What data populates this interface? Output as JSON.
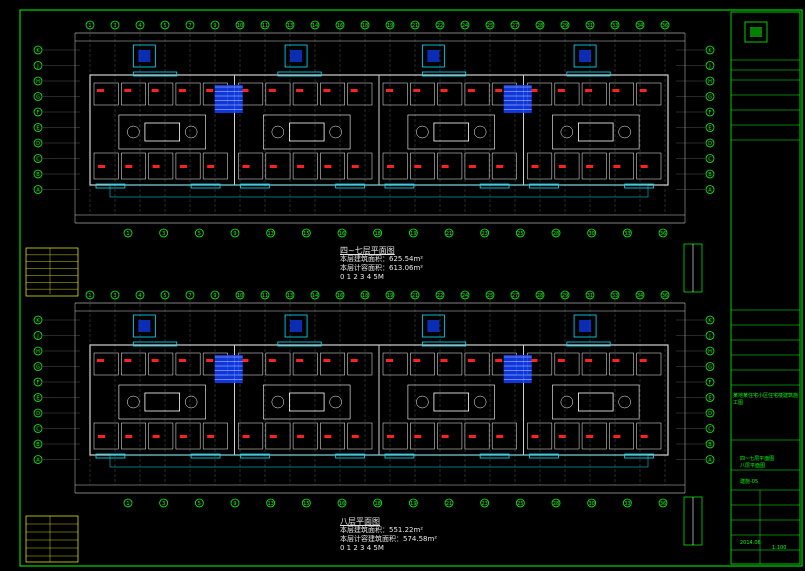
{
  "drawing": {
    "background": "#000000",
    "colors": {
      "frame": "#00ff00",
      "grid_bubble": "#00ff00",
      "wall": "#d0d0d0",
      "window": "#00e5ff",
      "stair": "#1040ff",
      "hatch_red": "#ff2020",
      "furniture": "#ffffff",
      "text": "#e8e8e8",
      "axis_line": "#888888",
      "dim_yellow": "#ffff00"
    }
  },
  "plans": [
    {
      "title": "四~七层平面图",
      "area_line_1": "本层建筑面积：625.54m²",
      "area_line_2": "本层计容面积：613.06m²",
      "scale_bar": "0 1 2 3 4 5M"
    },
    {
      "title": "八层平面图",
      "area_line_1": "本层建筑面积：551.22m²",
      "area_line_2": "本层计容建筑面积：574.58m²",
      "scale_bar": "0 1 2 3 4 5M"
    }
  ],
  "grid_top_labels": [
    "1",
    "3",
    "4",
    "5",
    "7",
    "9",
    "10",
    "11",
    "13",
    "14",
    "16",
    "18",
    "19",
    "21",
    "22",
    "24",
    "25",
    "27",
    "28",
    "29",
    "31",
    "33",
    "34",
    "36"
  ],
  "grid_bottom_labels": [
    "1",
    "3",
    "5",
    "9",
    "13",
    "15",
    "16",
    "18",
    "19",
    "21",
    "23",
    "25",
    "28",
    "30",
    "33",
    "36"
  ],
  "grid_side_labels": [
    "K",
    "J",
    "H",
    "G",
    "F",
    "E",
    "D",
    "C",
    "B",
    "A"
  ],
  "title_block": {
    "project_line": "某地某住宅小区住宅楼建筑施工图",
    "sheet_name_1": "四~七层平面图",
    "sheet_name_2": "八层平面图",
    "sheet_number": "建施-05",
    "date": "2014.06",
    "scale": "1:100"
  }
}
